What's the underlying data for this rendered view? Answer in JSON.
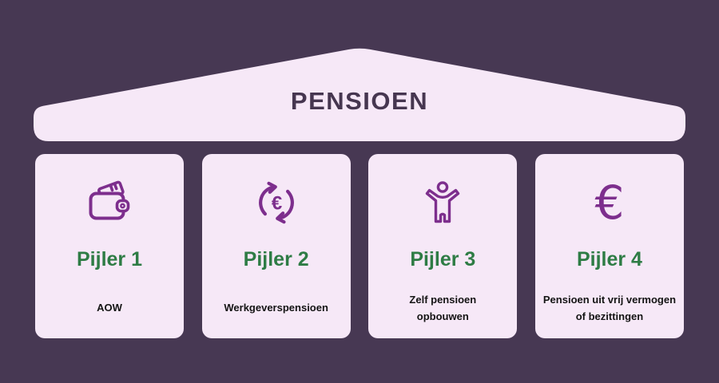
{
  "palette": {
    "background": "#473853",
    "surface": "#f6e8f7",
    "icon_purple": "#7d2e8d",
    "pillar_title_green": "#2e7c45",
    "roof_text": "#463650",
    "subtitle_text": "#141414"
  },
  "roof": {
    "title": "PENSIOEN"
  },
  "icons": {
    "euro_symbol": "€"
  },
  "pillars": [
    {
      "icon": "wallet-icon",
      "title": "Pijler 1",
      "subtitle": "AOW"
    },
    {
      "icon": "euro-cycle-icon",
      "title": "Pijler 2",
      "subtitle": "Werkgeverspensioen"
    },
    {
      "icon": "person-arms-up-icon",
      "title": "Pijler 3",
      "subtitle": "Zelf pensioen\nopbouwen"
    },
    {
      "icon": "euro-sign-icon",
      "title": "Pijler 4",
      "subtitle": "Pensioen uit vrij vermogen\nof bezittingen"
    }
  ]
}
